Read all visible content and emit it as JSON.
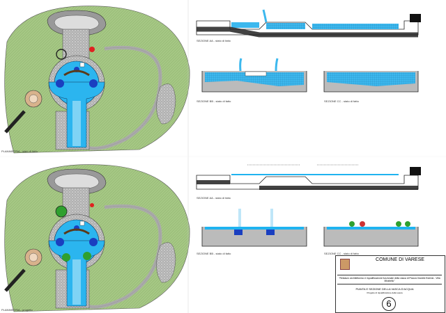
{
  "captions": {
    "plan_existing": "PLANIMETRIA - stato di fatto",
    "plan_project": "PLANIMETRIA - progetto",
    "sec_aa_existing": "SEZIONE AA - stato di fatto",
    "sec_bb_existing": "SEZIONE BB - stato di fatto",
    "sec_cc_existing": "SEZIONE CC - stato di fatto",
    "sec_aa_project": "SEZIONE AA - stato di fatto",
    "sec_bb_project": "SEZIONE BB - stato di fatto",
    "sec_cc_project": "SEZIONE CC - stato di fatto"
  },
  "title_block": {
    "municipality": "COMUNE DI VARESE",
    "project": "\"Restauro architettonico e riqualificazione funzionale della vasca di Piazza Giardini Estensi - Villa Mirabello\"",
    "drawing_title": "PIANTA E SEZIONE DELLA VASCA D'ACQUA",
    "drawing_subtitle": "Progetto di riqualificazione della vasca",
    "sheet_number": "6"
  },
  "colors": {
    "grass": "#9cc07a",
    "water": "#1fb3f0",
    "paving": "#bdbdbd",
    "accent_red": "#e02020",
    "plant_green": "#2fa02f"
  }
}
